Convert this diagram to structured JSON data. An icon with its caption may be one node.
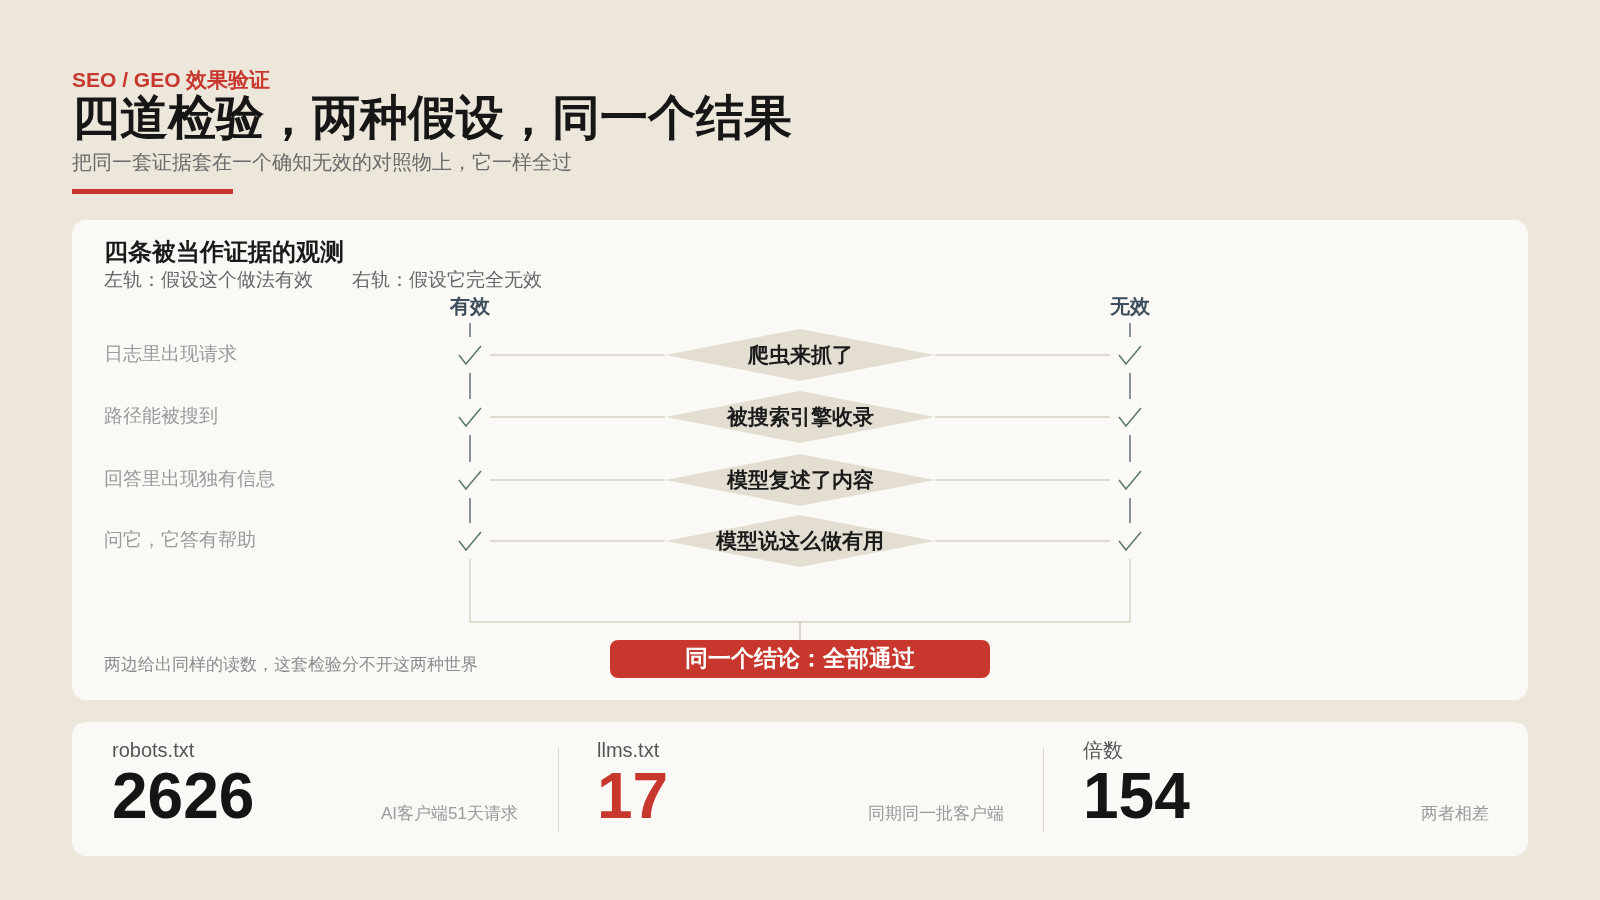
{
  "diagram": {
    "title": "四道检验，两种假设，同一个结果",
    "nodes": [
      {
        "text": [
          "四条被当作证据的观测",
          "左轨：假设这个做法有效",
          "右轨：假设它完全无效"
        ]
      },
      {
        "text": [
          "有效"
        ],
        "in": 0
      },
      {
        "text": [
          "无效"
        ],
        "in": 0
      },
      {
        "text": [],
        "shape": "check",
        "in": 0
      },
      {
        "text": [
          "爬虫来抓了"
        ],
        "in": 0
      },
      {
        "text": [],
        "shape": "check",
        "in": 0
      },
      {
        "text": [],
        "shape": "check",
        "in": 0
      },
      {
        "text": [
          "被搜索引擎收录"
        ],
        "in": 0
      },
      {
        "text": [],
        "shape": "check",
        "in": 0
      },
      {
        "text": [],
        "shape": "check",
        "in": 0
      },
      {
        "text": [
          "模型复述了内容"
        ],
        "in": 0
      },
      {
        "text": [],
        "shape": "check",
        "in": 0
      },
      {
        "text": [],
        "shape": "check",
        "in": 0
      },
      {
        "text": [
          "模型说这么做有用"
        ],
        "in": 0
      },
      {
        "text": [],
        "shape": "check",
        "in": 0
      },
      {
        "text": [
          "同一个结论：全部通过"
        ],
        "in": 0
      },
      {
        "text": [
          "robots.txt",
          "2626",
          "AI客户端51天请求",
          "llms.txt",
          "17",
          "同期同一批客户端",
          "倍数",
          "154",
          "两者相差"
        ]
      }
    ],
    "edges": [
      {
        "from": 1,
        "to": 3,
        "arrow": "none",
        "color": "#4d5b69"
      },
      {
        "from": 2,
        "to": 5,
        "arrow": "none",
        "color": "#4d5b69"
      },
      {
        "from": 3,
        "to": 4,
        "arrow": "none"
      },
      {
        "from": 4,
        "to": 5,
        "arrow": "none"
      },
      {
        "from": 3,
        "to": 6,
        "arrow": "none",
        "color": "#4d5b69"
      },
      {
        "from": 5,
        "to": 8,
        "arrow": "none",
        "color": "#4d5b69"
      },
      {
        "from": 6,
        "to": 7,
        "arrow": "none"
      },
      {
        "from": 7,
        "to": 8,
        "arrow": "none"
      },
      {
        "from": 6,
        "to": 9,
        "arrow": "none",
        "color": "#4d5b69"
      },
      {
        "from": 8,
        "to": 11,
        "arrow": "none",
        "color": "#4d5b69"
      },
      {
        "from": 9,
        "to": 10,
        "arrow": "none"
      },
      {
        "from": 10,
        "to": 11,
        "arrow": "none"
      },
      {
        "from": 9,
        "to": 12,
        "arrow": "none",
        "color": "#4d5b69"
      },
      {
        "from": 11,
        "to": 14,
        "arrow": "none",
        "color": "#4d5b69"
      },
      {
        "from": 12,
        "to": 13,
        "arrow": "none"
      },
      {
        "from": 13,
        "to": 14,
        "arrow": "none"
      },
      {
        "from": 12,
        "to": 15,
        "arrow": "none"
      },
      {
        "from": 14,
        "to": 15,
        "arrow": "none"
      }
    ],
    "labels": [
      "SEO / GEO 效果验证",
      "把同一套证据套在一个确知无效的对照物上，它一样全过",
      "日志里出现请求",
      "路径能被搜到",
      "回答里出现独有信息",
      "问它，它答有帮助",
      "两边给出同样的读数，这套检验分不开这两种世界"
    ]
  }
}
